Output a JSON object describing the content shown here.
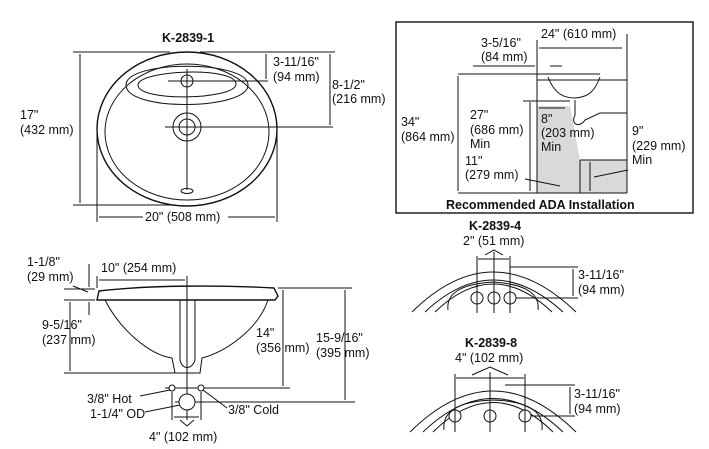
{
  "top_view": {
    "title": "K-2839-1",
    "height_in": "17\"",
    "height_mm": "(432 mm)",
    "width": "20\" (508 mm)",
    "faucet_offset_in": "3-11/16\"",
    "faucet_offset_mm": "(94 mm)",
    "drain_offset_in": "8-1/2\"",
    "drain_offset_mm": "(216 mm)"
  },
  "ada": {
    "caption": "Recommended ADA Installation",
    "counter_depth": "24\" (610 mm)",
    "setback_in": "3-5/16\"",
    "setback_mm": "(84 mm)",
    "counter_height_in": "34\"",
    "counter_height_mm": "(864 mm)",
    "knee_height_in": "27\"",
    "knee_height_mm": "(686 mm)",
    "knee_height_min": "Min",
    "knee_depth_in": "8\"",
    "knee_depth_mm": "(203 mm)",
    "knee_depth_min": "Min",
    "toe_height_in": "9\"",
    "toe_height_mm": "(229 mm)",
    "toe_height_min": "Min",
    "toe_depth_in": "11\"",
    "toe_depth_mm": "(279 mm)"
  },
  "side_view": {
    "rim_in": "1-1/8\"",
    "rim_mm": "(29 mm)",
    "half_width": "10\" (254 mm)",
    "bowl_depth_in": "9-5/16\"",
    "bowl_depth_mm": "(237 mm)",
    "supply_height_in": "14\"",
    "supply_height_mm": "(356 mm)",
    "drain_height_in": "15-9/16\"",
    "drain_height_mm": "(395 mm)",
    "hot": "3/8\" Hot",
    "drain": "1-1/4\" OD",
    "cold": "3/8\" Cold",
    "supply_spacing": "4\" (102 mm)"
  },
  "k4": {
    "title": "K-2839-4",
    "spacing": "2\" (51 mm)",
    "offset_in": "3-11/16\"",
    "offset_mm": "(94 mm)"
  },
  "k8": {
    "title": "K-2839-8",
    "spacing": "4\" (102 mm)",
    "offset_in": "3-11/16\"",
    "offset_mm": "(94 mm)"
  }
}
